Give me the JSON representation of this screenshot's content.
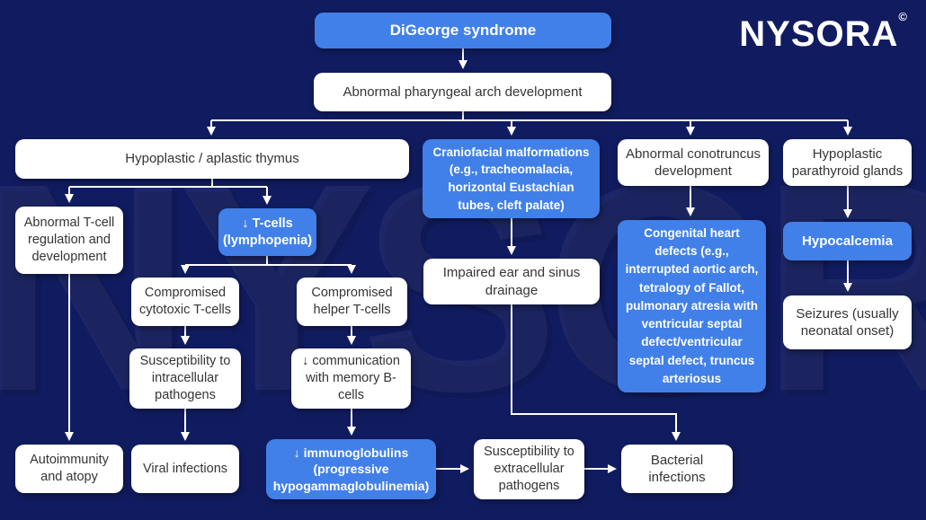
{
  "brand": {
    "logo_text": "NYSORA",
    "copyright_symbol": "©"
  },
  "watermark_text": "NYSORA",
  "colors": {
    "background": "#111c60",
    "accent_blue": "#4180e8",
    "box_white": "#ffffff",
    "text_dark": "#353535",
    "connector_white": "#ffffff"
  },
  "diagram_title": "DiGeorge syndrome",
  "nodes": {
    "digeorge_syndrome": {
      "label": "DiGeorge syndrome",
      "style": "blue"
    },
    "pharyngeal_arch": {
      "label": "Abnormal pharyngeal arch development",
      "style": "white"
    },
    "thymus": {
      "label": "Hypoplastic / aplastic thymus",
      "style": "white"
    },
    "craniofacial": {
      "label": "Craniofacial malformations (e.g., tracheomalacia, horizontal Eustachian tubes, cleft palate)",
      "style": "blue"
    },
    "conotruncus": {
      "label": "Abnormal conotruncus development",
      "style": "white"
    },
    "parathyroid": {
      "label": "Hypoplastic parathyroid glands",
      "style": "white"
    },
    "tcell_regulation": {
      "label": "Abnormal T-cell regulation and development",
      "style": "white"
    },
    "tcells_low": {
      "label": "↓ T-cells (lymphopenia)",
      "style": "blue"
    },
    "cytotoxic": {
      "label": "Compromised cytotoxic T-cells",
      "style": "white"
    },
    "helper": {
      "label": "Compromised helper T-cells",
      "style": "white"
    },
    "intracellular": {
      "label": "Susceptibility to intracellular pathogens",
      "style": "white"
    },
    "memory_b": {
      "label": "↓ communication with memory B-cells",
      "style": "white"
    },
    "autoimmunity": {
      "label": "Autoimmunity and atopy",
      "style": "white"
    },
    "viral": {
      "label": "Viral infections",
      "style": "white"
    },
    "immunoglobulins": {
      "label": "↓ immunoglobulins (progressive hypogammaglobulinemia)",
      "style": "blue"
    },
    "extracellular": {
      "label": "Susceptibility to extracellular pathogens",
      "style": "white"
    },
    "bacterial": {
      "label": "Bacterial infections",
      "style": "white"
    },
    "impaired_ear": {
      "label": "Impaired ear and sinus drainage",
      "style": "white"
    },
    "congenital_heart": {
      "label": "Congenital heart defects (e.g., interrupted aortic arch, tetralogy of Fallot, pulmonary atresia with ventricular septal defect/ventricular septal defect, truncus arteriosus",
      "style": "blue"
    },
    "hypocalcemia": {
      "label": "Hypocalcemia",
      "style": "blue"
    },
    "seizures": {
      "label": "Seizures (usually neonatal onset)",
      "style": "white"
    }
  }
}
